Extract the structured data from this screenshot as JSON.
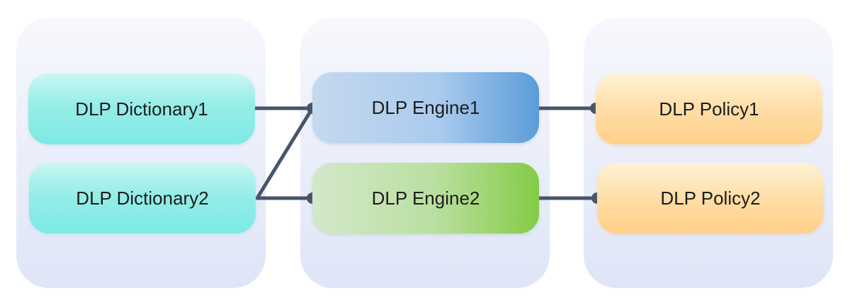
{
  "diagram": {
    "columns": [
      {
        "id": "col-dict",
        "nodes": [
          "DLP Dictionary1",
          "DLP Dictionary2"
        ]
      },
      {
        "id": "col-engine",
        "nodes": [
          "DLP Engine1",
          "DLP Engine2"
        ]
      },
      {
        "id": "col-policy",
        "nodes": [
          "DLP Policy1",
          "DLP Policy2"
        ]
      }
    ],
    "nodes": {
      "dict1": "DLP Dictionary1",
      "dict2": "DLP Dictionary2",
      "engine1": "DLP Engine1",
      "engine2": "DLP Engine2",
      "policy1": "DLP Policy1",
      "policy2": "DLP Policy2"
    },
    "edges": [
      {
        "from": "DLP Dictionary1",
        "to": "DLP Engine1"
      },
      {
        "from": "DLP Dictionary2",
        "to": "DLP Engine1"
      },
      {
        "from": "DLP Dictionary2",
        "to": "DLP Engine2"
      },
      {
        "from": "DLP Engine1",
        "to": "DLP Policy1"
      },
      {
        "from": "DLP Engine2",
        "to": "DLP Policy2"
      }
    ],
    "colors": {
      "connector": "#47546b",
      "dictionary": "#8cece6",
      "engine1": "#5b9cd8",
      "engine2": "#84cb45",
      "policy": "#ffd89a",
      "column_background": "#e8ecf9"
    }
  }
}
